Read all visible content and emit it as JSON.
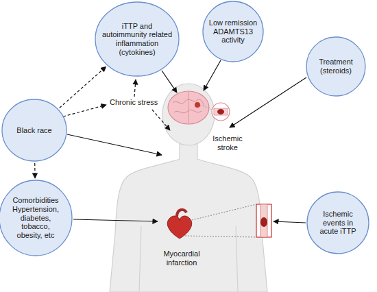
{
  "diagram": {
    "nodes": [
      {
        "text": [
          "iTTP and autoimmunity related inflammation (cytokines)"
        ]
      },
      {
        "text": [
          "Low remission ADAMTS13 activity"
        ]
      },
      {
        "text": [
          "Treatment (steroids)"
        ]
      },
      {
        "text": [
          "Black race"
        ]
      },
      {
        "text": [
          "Comorbidities Hypertension, diabetes, tobacco, obesity, etc"
        ]
      },
      {
        "text": [
          "Ischemic events in acute iTTP"
        ]
      }
    ],
    "edges": [
      {
        "from": 3,
        "to": 0,
        "arrow": "to"
      },
      {
        "from": 3,
        "to": 4,
        "arrow": "to"
      }
    ],
    "labels": [
      "Chronic stress",
      "Ischemic stroke",
      "Myocardial infarction"
    ]
  }
}
